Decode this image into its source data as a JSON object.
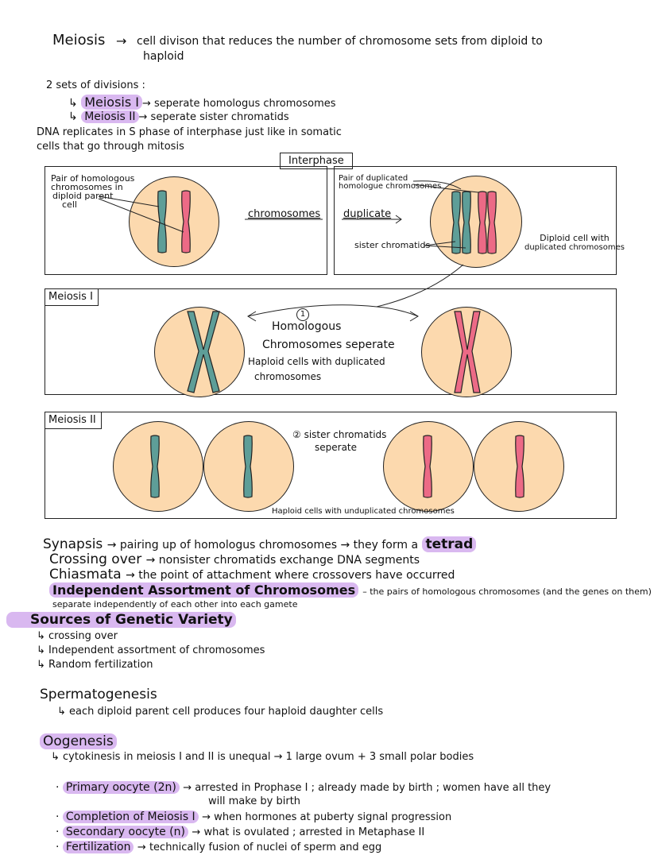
{
  "intro": {
    "term": "Meiosis",
    "arrow": "→",
    "definition_line1": "cell divison that reduces the number of chromosome sets from diploid to",
    "definition_line2": "haploid"
  },
  "divisions": {
    "heading": "2 sets of divisions :",
    "items": [
      {
        "prefix": "↳",
        "term": "Meiosis I",
        "desc": "→ seperate homologus chromosomes"
      },
      {
        "prefix": "↳",
        "term": "Meiosis II",
        "desc": "→ seperate sister chromatids"
      }
    ],
    "note_line1": "DNA replicates in S phase of interphase just like in somatic",
    "note_line2": "cells that go through mitosis"
  },
  "interphase": {
    "title": "Interphase",
    "left_label_l1": "Pair of homologous",
    "left_label_l2": "chromosomes in",
    "left_label_l3": "diploid parent",
    "left_label_l4": "cell",
    "mid_text": "chromosomes",
    "duplicate_text": "duplicate",
    "right_label_l1": "Pair of duplicated",
    "right_label_l2": "homologue chromosomes",
    "sister_label": "sister chromatids",
    "diploid_label_l1": "Diploid cell with",
    "diploid_label_l2": "duplicated chromosomes"
  },
  "meiosis1": {
    "title": "Meiosis I",
    "step": "1",
    "text_l1": "Homologous",
    "text_l2": "Chromosomes seperate",
    "text_l3": "Haploid cells with duplicated",
    "text_l4": "chromosomes"
  },
  "meiosis2": {
    "title": "Meiosis II",
    "step_text_l1": "② sister chromatids",
    "step_text_l2": "seperate",
    "bottom": "Haploid cells with unduplicated chromosomes"
  },
  "terms": [
    {
      "term": "Synapsis",
      "desc": "→ pairing up of homologus chromosomes → they form a",
      "extra": "tetrad"
    },
    {
      "term": "Crossing over",
      "desc": "→ nonsister chromatids exchange DNA segments"
    },
    {
      "term": "Chiasmata",
      "desc": "→ the point of attachment where crossovers have occurred"
    },
    {
      "term": "Independent Assortment of Chromosomes",
      "desc": "– the pairs of homologous chromosomes (and the genes on them)"
    }
  ],
  "assort_line2": "separate independently of each other into each gamete",
  "sources": {
    "heading": "Sources of Genetic Variety",
    "items": [
      "↳ crossing over",
      "↳ Independent assortment of chromosomes",
      "↳ Random fertilization"
    ]
  },
  "spermatogenesis": {
    "heading": "Spermatogenesis",
    "desc": "↳ each diploid parent cell produces four haploid daughter cells"
  },
  "oogenesis": {
    "heading": "Oogenesis",
    "desc": "↳ cytokinesis in meiosis I and II is unequal → 1 large ovum + 3 small polar bodies",
    "bullets": [
      {
        "term": "Primary oocyte (2n)",
        "desc": "→ arrested in Prophase I ; already made by birth ; women have all they"
      },
      {
        "term": "",
        "desc": "will make by birth"
      },
      {
        "term": "Completion of Meiosis I",
        "desc": "→ when hormones at puberty signal progression"
      },
      {
        "term": "Secondary oocyte (n)",
        "desc": "→ what is ovulated ; arrested in Metaphase II"
      },
      {
        "term": "Fertilization",
        "desc": "→ technically fusion of nuclei of sperm and egg"
      }
    ],
    "bullet_mark": "·"
  },
  "colors": {
    "teal": "#5e9e98",
    "pink": "#ec6a86",
    "cell": "#fcd9ae",
    "highlight": "#d9b8f0"
  }
}
